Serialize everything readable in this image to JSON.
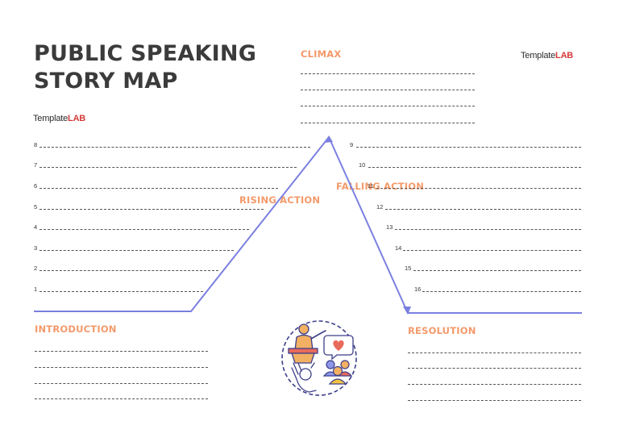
{
  "title": {
    "line1": "PUBLIC SPEAKING",
    "line2": "STORY MAP"
  },
  "brand": {
    "template": "Template",
    "lab": "LAB"
  },
  "sections": {
    "climax": "CLIMAX",
    "rising": "RISING ACTION",
    "falling": "FALLING ACTION",
    "introduction": "INTRODUCTION",
    "resolution": "RESOLUTION"
  },
  "rising_numbers": [
    "8",
    "7",
    "6",
    "5",
    "4",
    "3",
    "2",
    "1"
  ],
  "falling_numbers": [
    "9",
    "10",
    "11",
    "12",
    "13",
    "14",
    "15",
    "16"
  ],
  "colors": {
    "arc": "#7b80e0",
    "accent": "#f39a6b",
    "heading": "#3b3b3b",
    "lab": "#d23a3a"
  },
  "illustration": "public-speaking-icon"
}
